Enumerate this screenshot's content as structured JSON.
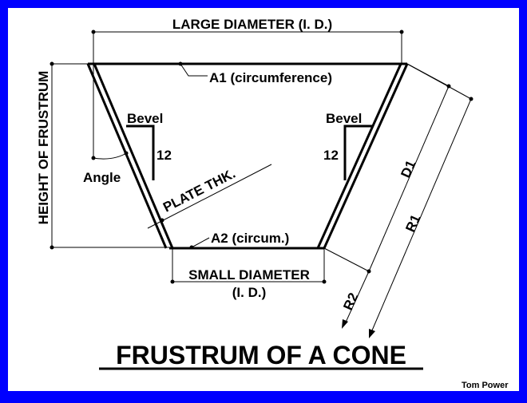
{
  "diagram": {
    "title": "FRUSTRUM OF A CONE",
    "credit": "Tom Power",
    "labels": {
      "large_diameter": "LARGE DIAMETER (I. D.)",
      "small_diameter_line1": "SMALL DIAMETER",
      "small_diameter_line2": "(I. D.)",
      "height": "HEIGHT OF FRUSTRUM",
      "a1": "A1  (circumference)",
      "a2": "A2  (circum.)",
      "bevel_left": "Bevel",
      "bevel_right": "Bevel",
      "slope_left": "12",
      "slope_right": "12",
      "angle": "Angle",
      "plate_thk": "PLATE THK.",
      "d1": "D1",
      "r1": "R1",
      "r2": "R2"
    },
    "colors": {
      "background": "#0000ff",
      "paper": "#ffffff",
      "ink": "#000000"
    }
  }
}
